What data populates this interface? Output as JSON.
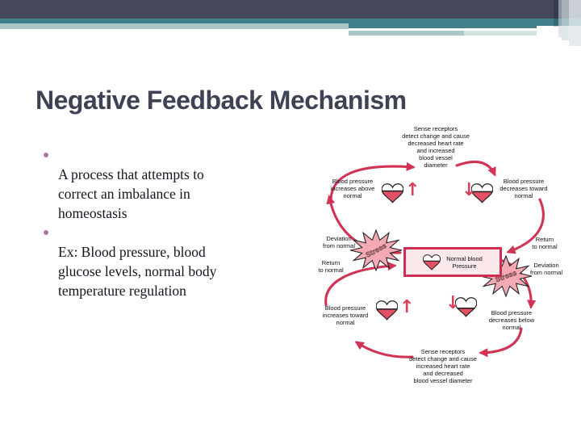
{
  "slide": {
    "title": "Negative Feedback Mechanism",
    "bullets": [
      "A process that attempts to\ncorrect an imbalance in\nhomeostasis",
      "Ex: Blood pressure, blood\nglucose levels, normal body\ntemperature regulation"
    ]
  },
  "diagram": {
    "top_process": "Sense receptors\ndetect change and cause\ndecreased heart rate\nand increased\nblood vessel\ndiameter",
    "bottom_process": "Sense receptors\ndetect change and cause\nincreased heart rate\nand decreased\nblood vessel diameter",
    "center_box": "Normal blood\nPressure",
    "upper_left": "Blood pressure\nincreases above\nnormal",
    "upper_right": "Blood pressure\ndecreases toward\nnormal",
    "lower_left": "Blood pressure\nincreases toward\nnormal",
    "lower_right": "Blood pressure\ndecreases below\nnormal",
    "left_deviation": "Deviation\nfrom normal",
    "left_return": "Return\nto normal",
    "right_return": "Return\nto normal",
    "right_deviation": "Deviation\nfrom normal",
    "stress_left": "Stress",
    "stress_right": "Stress",
    "icons": {
      "up_arrow": "↑",
      "down_arrow": "↓"
    },
    "colors": {
      "arrow": "#d03354",
      "heart_fill": "#e25066",
      "starburst": "#f4aab4",
      "box_border": "#cf2d52",
      "header_dark": "#45485a",
      "header_teal": "#41808b",
      "header_sage": "#abc7c3",
      "title_text": "#3e4254"
    }
  }
}
